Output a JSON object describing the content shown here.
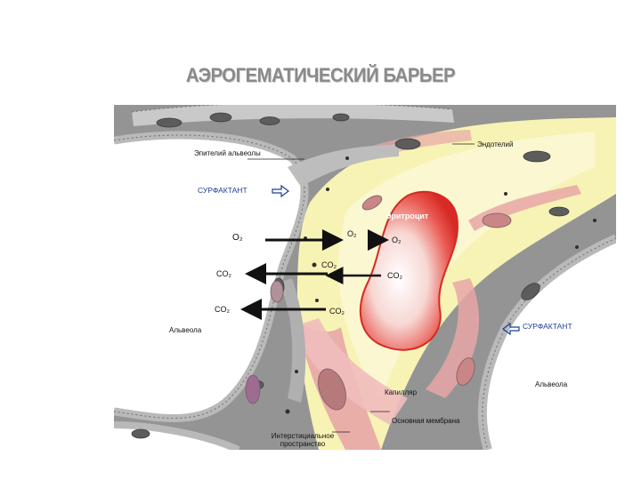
{
  "page": {
    "title": "АЭРОГЕМАТИЧЕСКИЙ БАРЬЕР"
  },
  "labels": {
    "epithelium": "Эпителий альвеолы",
    "endothelium": "Эндотелий",
    "surfactant_left": "СУРФАКТАНТ",
    "surfactant_right": "СУРФАКТАНТ",
    "erythrocyte": "Эритроцит",
    "alveola_left": "Альвеола",
    "alveola_right": "Альвеола",
    "capillary": "Капилляр",
    "basement_membrane": "Основная мембрана",
    "interstitial": "Интерстициальное пространство"
  },
  "gases": {
    "o2_left": "O₂",
    "o2_mid": "O₂",
    "o2_right": "O₂",
    "co2_left_1": "CO₂",
    "co2_mid_1": "CO₂",
    "co2_right_1": "CO₂",
    "co2_left_2": "CO₂",
    "co2_mid_2": "CO₂"
  },
  "colors": {
    "tissue": "#8f8f8f",
    "cytoplasm": "#c4c4c4",
    "plasma": "#f7f3b5",
    "erythrocyte": "#e63a32",
    "basement_membrane": "#e7a6a6",
    "label_blue": "#1f3f99",
    "nucleus": "#5c5c5c"
  }
}
